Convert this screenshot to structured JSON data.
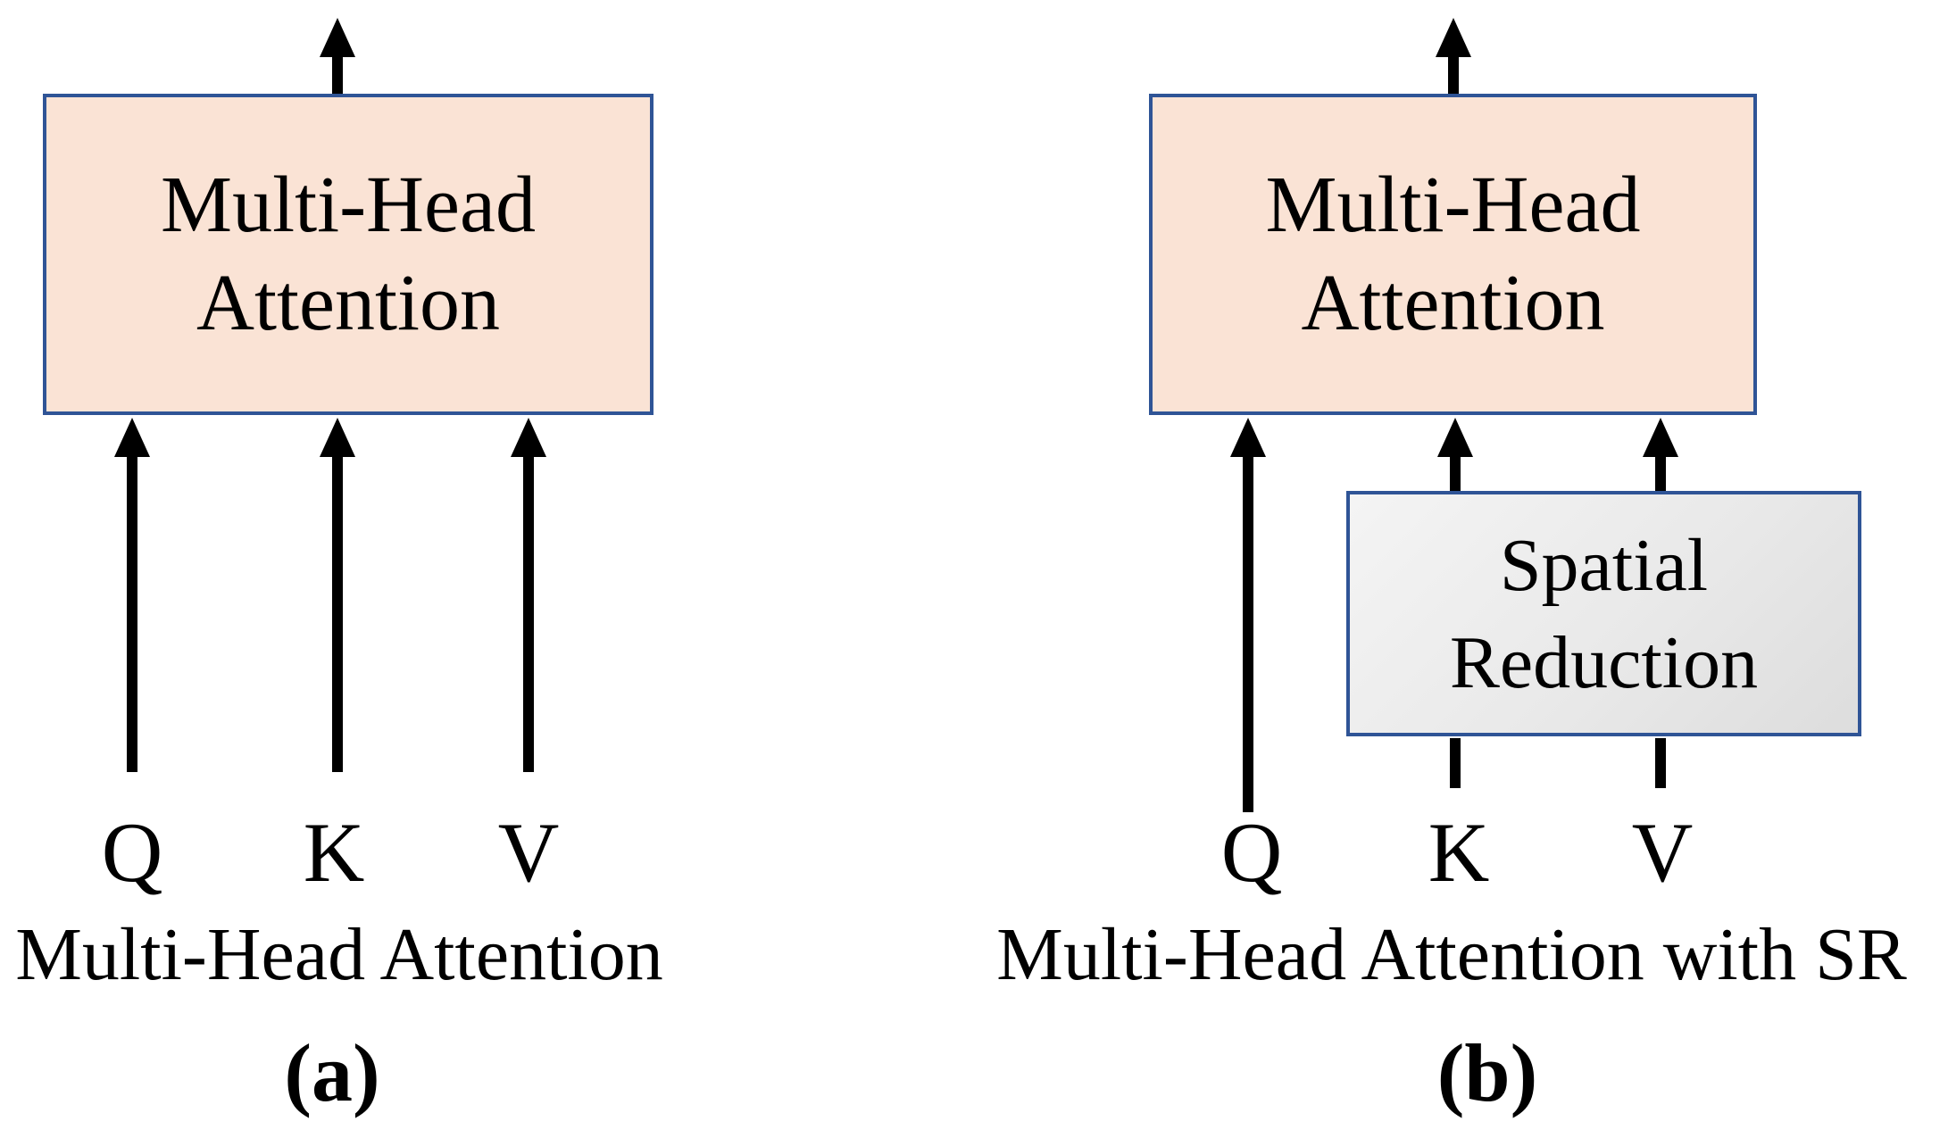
{
  "colors": {
    "attention_box_fill": "#FAE3D5",
    "reduction_box_fill_light": "#F4F4F4",
    "reduction_box_fill_dark": "#DDDDDD",
    "box_border": "#2F5496",
    "arrow": "#000000",
    "text": "#000000",
    "background": "#FFFFFF"
  },
  "diagram_a": {
    "box": {
      "line1": "Multi-Head",
      "line2": "Attention"
    },
    "inputs": [
      "Q",
      "K",
      "V"
    ],
    "caption": "Multi-Head Attention",
    "tag": "(a)"
  },
  "diagram_b": {
    "box": {
      "line1": "Multi-Head",
      "line2": "Attention"
    },
    "reduction_box": {
      "line1": "Spatial",
      "line2": "Reduction"
    },
    "inputs": [
      "Q",
      "K",
      "V"
    ],
    "caption": "Multi-Head Attention with SR",
    "tag": "(b)"
  }
}
